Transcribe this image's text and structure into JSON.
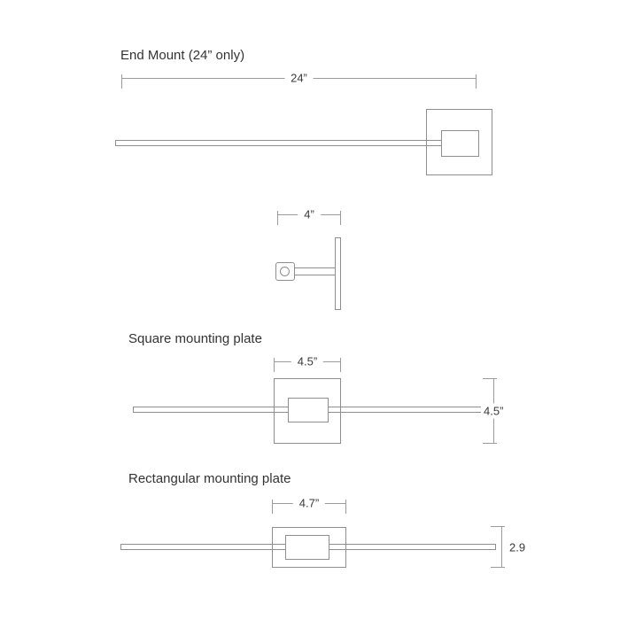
{
  "page": {
    "background": "#ffffff"
  },
  "colors": {
    "shape_line": "#8e8e8e",
    "dimension_line": "#9b9b9b",
    "text": "#3a3a3a"
  },
  "sections": {
    "end_mount": {
      "label": "End Mount (24” only)",
      "width_dim": "24”"
    },
    "side_view": {
      "width_dim": "4”"
    },
    "square_plate": {
      "label": "Square mounting plate",
      "width_dim": "4.5”",
      "height_dim": "4.5”"
    },
    "rect_plate": {
      "label": "Rectangular mounting plate",
      "width_dim": "4.7”",
      "height_dim": "2.9"
    }
  }
}
